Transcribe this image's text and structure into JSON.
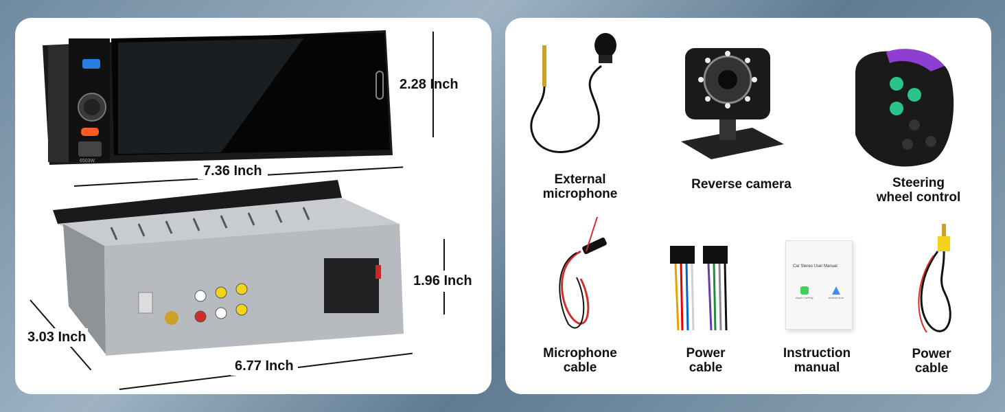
{
  "dimensions": {
    "front_height": "2.28 Inch",
    "front_width": "7.36 Inch",
    "back_height": "1.96 Inch",
    "depth": "3.03 Inch",
    "back_width": "6.77 Inch"
  },
  "unit_text": {
    "model": "6503W",
    "manual_title": "Car Stereo User Manual",
    "manual_logo_1": "Apple CarPlay",
    "manual_logo_2": "android auto"
  },
  "accessories": [
    {
      "line1": "External",
      "line2": "microphone"
    },
    {
      "line1": "Reverse camera",
      "line2": ""
    },
    {
      "line1": "Steering",
      "line2": "wheel control"
    },
    {
      "line1": "Microphone",
      "line2": "cable"
    },
    {
      "line1": "Power",
      "line2": "cable"
    },
    {
      "line1": "Instruction",
      "line2": "manual"
    },
    {
      "line1": "Power",
      "line2": "cable"
    }
  ]
}
